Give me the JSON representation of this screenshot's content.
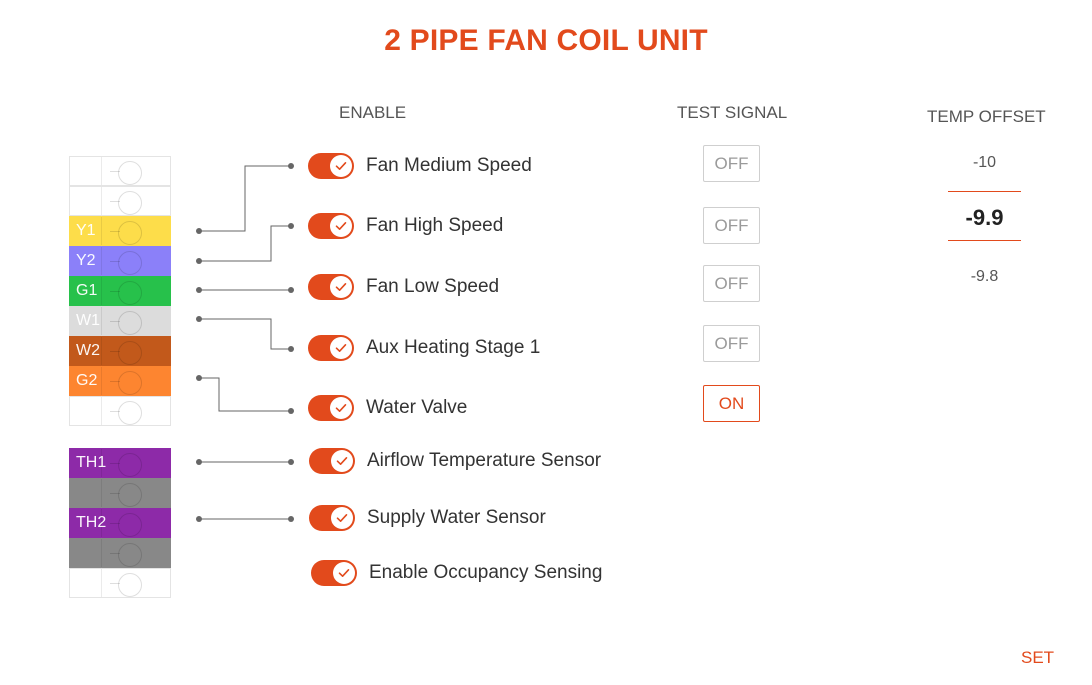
{
  "title": "2 PIPE FAN COIL UNIT",
  "headers": {
    "enable": "ENABLE",
    "test_signal": "TEST SIGNAL",
    "temp_offset": "TEMP OFFSET"
  },
  "terminals": [
    {
      "label": "",
      "color": "#ffffff"
    },
    {
      "label": "",
      "color": "#ffffff"
    },
    {
      "label": "Y1",
      "color": "#fddd4a"
    },
    {
      "label": "Y2",
      "color": "#8b80f9"
    },
    {
      "label": "G1",
      "color": "#27c14b"
    },
    {
      "label": "W1",
      "color": "#dcdcdc"
    },
    {
      "label": "W2",
      "color": "#c2591b"
    },
    {
      "label": "G2",
      "color": "#fd8530"
    },
    {
      "label": "",
      "color": "#ffffff"
    },
    {
      "label": "TH1",
      "color": "#8d2aa8"
    },
    {
      "label": "",
      "color": "#888888"
    },
    {
      "label": "TH2",
      "color": "#8d2aa8"
    },
    {
      "label": "",
      "color": "#888888"
    },
    {
      "label": "",
      "color": "#ffffff"
    }
  ],
  "toggles": [
    {
      "label": "Fan Medium Speed",
      "enabled": true
    },
    {
      "label": "Fan High Speed",
      "enabled": true
    },
    {
      "label": "Fan Low Speed",
      "enabled": true
    },
    {
      "label": "Aux Heating Stage 1",
      "enabled": true
    },
    {
      "label": "Water Valve",
      "enabled": true
    },
    {
      "label": "Airflow Temperature Sensor",
      "enabled": true
    },
    {
      "label": "Supply Water Sensor",
      "enabled": true
    },
    {
      "label": "Enable Occupancy Sensing",
      "enabled": true
    }
  ],
  "test_signals": [
    {
      "label": "OFF",
      "on": false
    },
    {
      "label": "OFF",
      "on": false
    },
    {
      "label": "OFF",
      "on": false
    },
    {
      "label": "OFF",
      "on": false
    },
    {
      "label": "ON",
      "on": true
    }
  ],
  "temp_offset": {
    "previous": "-10",
    "current": "-9.9",
    "next": "-9.8"
  },
  "set_label": "SET",
  "colors": {
    "accent": "#e24a1c"
  },
  "icons": {
    "toggle_thumb": "check-icon"
  }
}
